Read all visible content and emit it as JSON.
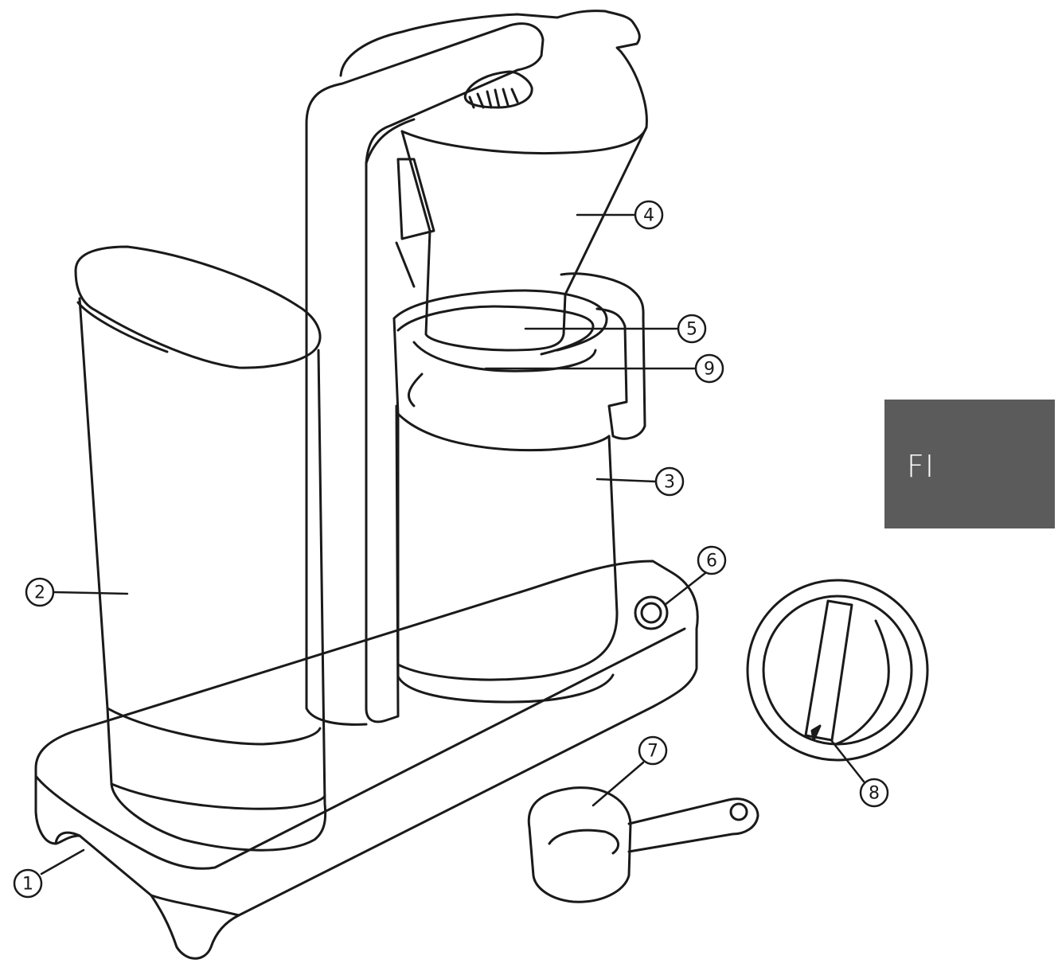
{
  "language_badge": "FI",
  "callouts": [
    {
      "id": "c1",
      "label": "1"
    },
    {
      "id": "c2",
      "label": "2"
    },
    {
      "id": "c3",
      "label": "3"
    },
    {
      "id": "c4",
      "label": "4"
    },
    {
      "id": "c5",
      "label": "5"
    },
    {
      "id": "c6",
      "label": "6"
    },
    {
      "id": "c7",
      "label": "7"
    },
    {
      "id": "c8",
      "label": "8"
    },
    {
      "id": "c9",
      "label": "9"
    }
  ],
  "colors": {
    "line": "#1a1a1a",
    "badge": "#5b5b5b",
    "badge_text": "#ffffff"
  }
}
